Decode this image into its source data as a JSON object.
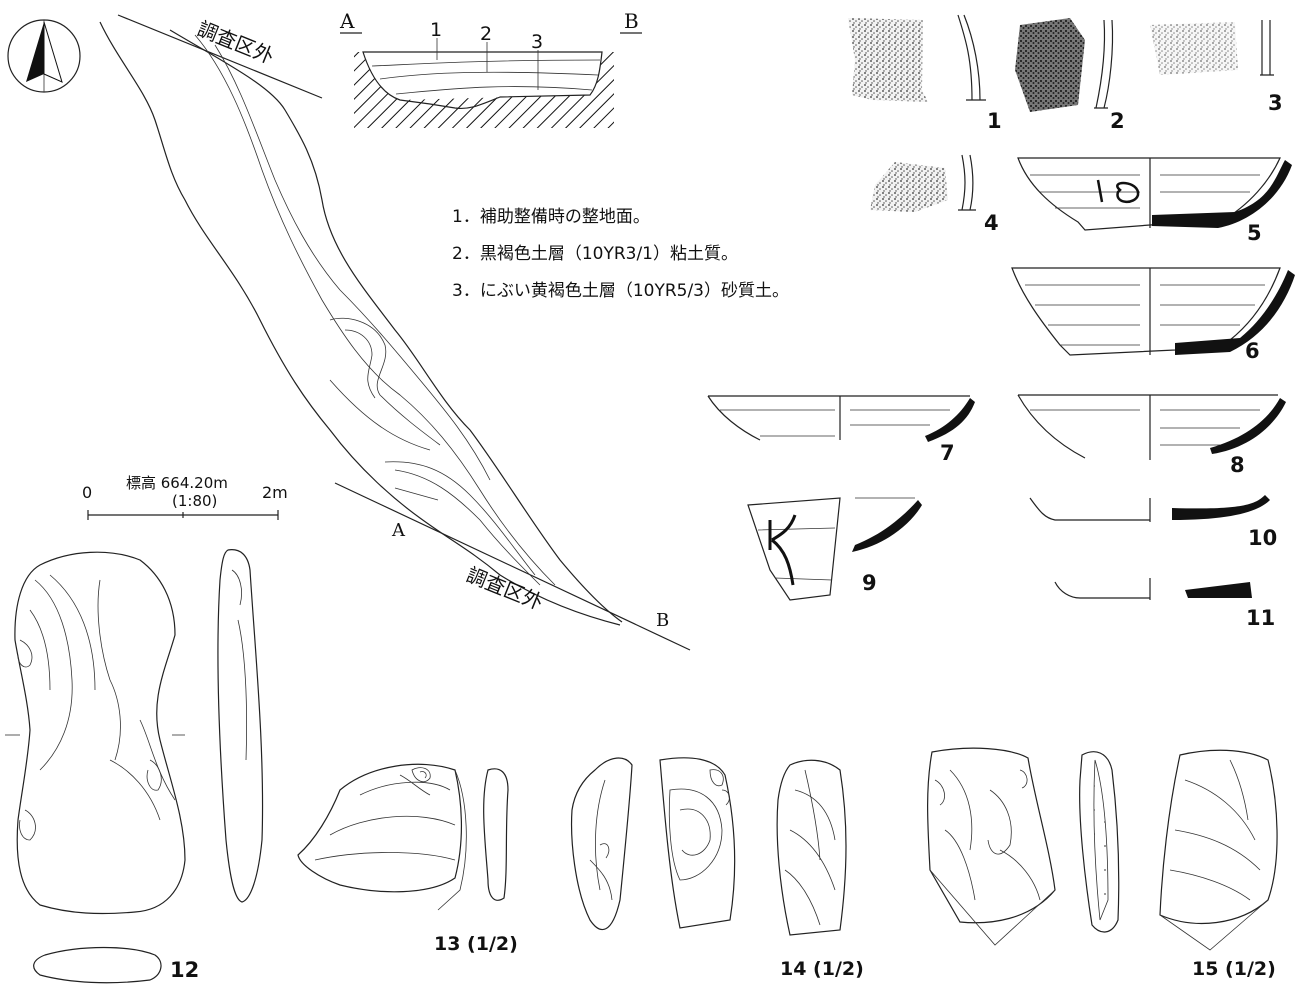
{
  "plan": {
    "outside_label_top": "調査区外",
    "outside_label_bottom": "調査区外",
    "section_a": "A",
    "section_b": "B"
  },
  "section": {
    "label_a": "A",
    "label_b": "B",
    "layers": [
      "1",
      "2",
      "3"
    ]
  },
  "legend": [
    "1．補助整備時の整地面。",
    "2．黒褐色土層（10YR3/1）粘土質。",
    "3．にぶい黄褐色土層（10YR5/3）砂質土。"
  ],
  "scale": {
    "elevation": "標高 664.20m",
    "ratio": "(1:80)",
    "start": "0",
    "end": "2m"
  },
  "artifacts": {
    "n1": "1",
    "n2": "2",
    "n3": "3",
    "n4": "4",
    "n5": "5",
    "n6": "6",
    "n7": "7",
    "n8": "8",
    "n9": "9",
    "n10": "10",
    "n11": "11",
    "n12": "12",
    "n13": "13 (1/2)",
    "n14": "14 (1/2)",
    "n15": "15 (1/2)"
  }
}
